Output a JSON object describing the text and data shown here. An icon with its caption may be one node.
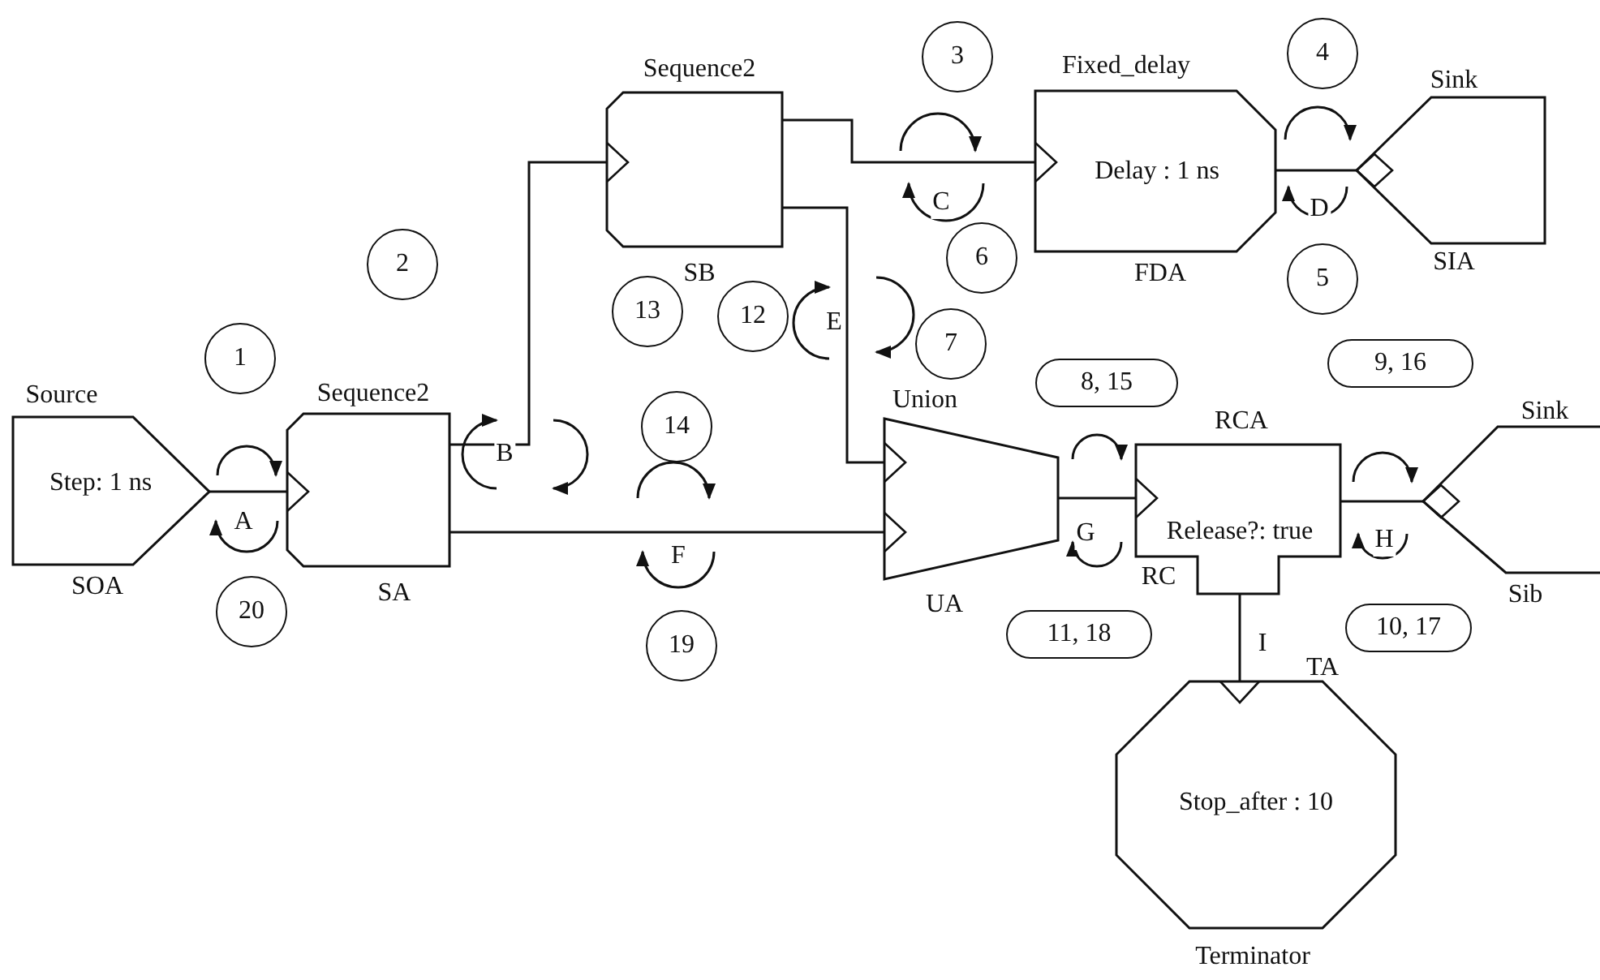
{
  "diagram": {
    "nodes": [
      {
        "text": [
          "Source",
          "Step: 1 ns"
        ],
        "beside": [
          "SOA"
        ]
      },
      {
        "text": [
          "Sequence2"
        ],
        "beside": [
          "SA"
        ]
      },
      {
        "text": [
          "Sequence2"
        ],
        "beside": [
          "SB"
        ]
      },
      {
        "text": [
          "Fixed_delay",
          "Delay : 1 ns"
        ],
        "beside": [
          "FDA"
        ]
      },
      {
        "text": [
          "Sink"
        ],
        "beside": [
          "SIA"
        ]
      },
      {
        "text": [
          "Union"
        ],
        "beside": [
          "UA"
        ]
      },
      {
        "text": [
          "RCA",
          "Release?: true"
        ],
        "beside": [
          "RC"
        ]
      },
      {
        "text": [
          "Sink"
        ],
        "beside": [
          "Sib"
        ]
      },
      {
        "text": [
          "Stop_after : 10",
          "Terminator"
        ],
        "beside": [
          "TA"
        ]
      }
    ],
    "edges": [
      {
        "from": 0,
        "to": 1,
        "arrow": "to",
        "label": "A"
      },
      {
        "from": 1,
        "to": 2,
        "arrow": "to",
        "label": "B"
      },
      {
        "from": 2,
        "to": 3,
        "arrow": "to",
        "label": "C"
      },
      {
        "from": 3,
        "to": 4,
        "arrow": "other",
        "label": "D"
      },
      {
        "from": 2,
        "to": 5,
        "arrow": "to",
        "label": "E"
      },
      {
        "from": 1,
        "to": 5,
        "arrow": "to",
        "label": "F"
      },
      {
        "from": 5,
        "to": 6,
        "arrow": "to",
        "label": "G"
      },
      {
        "from": 6,
        "to": 7,
        "arrow": "other",
        "label": "H"
      },
      {
        "from": 6,
        "to": 8,
        "arrow": "to",
        "label": "I"
      }
    ],
    "labels": [
      "3",
      "4",
      "6",
      "2",
      "13",
      "12",
      "5",
      "7",
      "1",
      "9, 16",
      "8, 15",
      "14",
      "20",
      "10, 17",
      "11, 18",
      "19"
    ]
  }
}
